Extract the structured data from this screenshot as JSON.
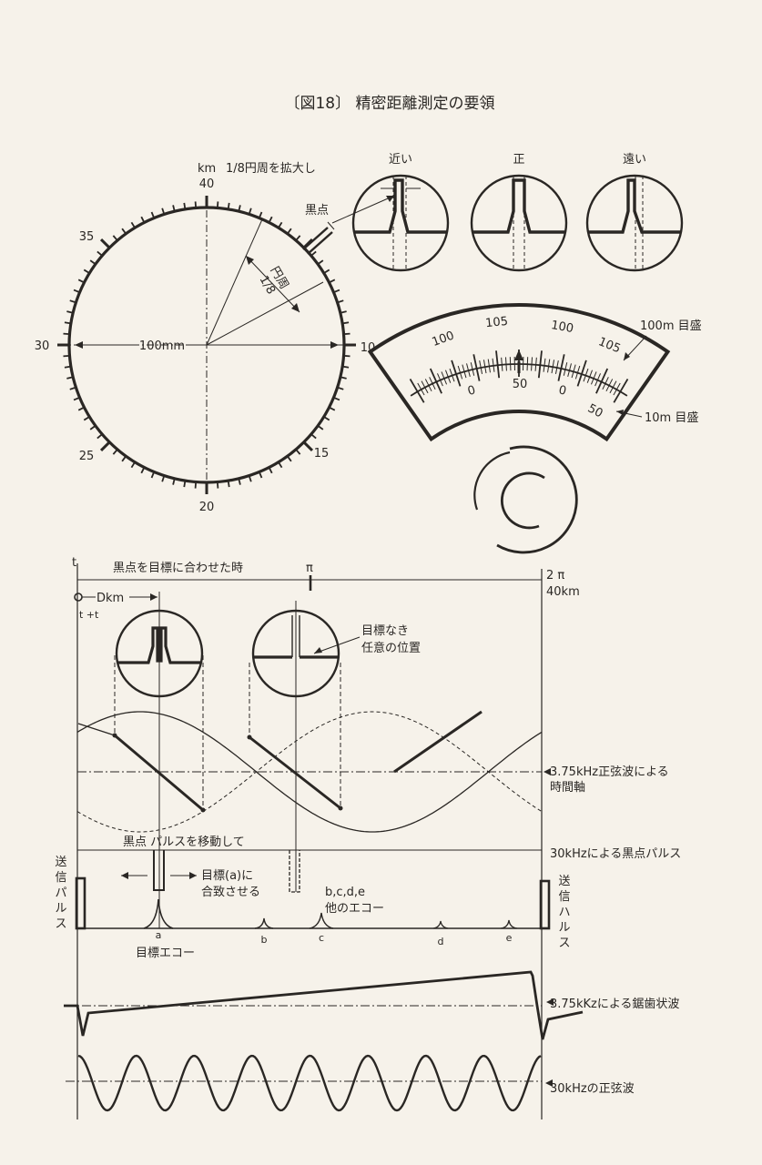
{
  "title": "〔図18〕 精密距離測定の要領",
  "dial": {
    "unit": "km",
    "enlarge_note": "1/8円周を拡大し",
    "marks": {
      "m40": "40",
      "m35": "35",
      "m30": "30",
      "m25": "25",
      "m20": "20",
      "m15": "15",
      "m10": "10"
    },
    "diameter": "100mm",
    "black_dot": "黒点",
    "circumference": "円周",
    "eighth": "1/8"
  },
  "scopes": {
    "near": "近い",
    "exact": "正",
    "far": "遠い"
  },
  "fine_scale": {
    "n100a": "100",
    "n105a": "105",
    "n100b": "100",
    "n105b": "105",
    "n0a": "0",
    "n50a": "50",
    "n0b": "0",
    "n50b": "50",
    "label_100m": "100m 目盛",
    "label_10m": "10m 目盛"
  },
  "timing": {
    "t0": "t",
    "aligned_note": "黒点を目標に合わせた時",
    "pi": "π",
    "two_pi": "2 π",
    "forty_km": "40km",
    "dkm": "Dkm",
    "t_plus": "t  +t",
    "no_target_1": "目標なき",
    "no_target_2": "任意の位置",
    "sine_axis_1": "3.75kHz正弦波による",
    "sine_axis_2": "時間軸",
    "move_pulse": "黒点 パルスを移動して",
    "black_pulse_30k": "30kHzによる黒点パルス",
    "align_1": "目標(a)に",
    "align_2": "合致させる",
    "tx_left": [
      "送",
      "信",
      "パ",
      "ル",
      "ス"
    ],
    "tx_right": [
      "送",
      "信",
      "ハ",
      "ル",
      "ス"
    ],
    "other_echo_1": "b,c,d,e",
    "other_echo_2": "他のエコー",
    "echo_a": "a",
    "echo_b": "b",
    "echo_c": "c",
    "echo_d": "d",
    "echo_e": "e",
    "target_echo": "目標エコー",
    "sawtooth": "3.75kKzによる鋸歯状波",
    "sine30k": "30kHzの正弦波"
  }
}
